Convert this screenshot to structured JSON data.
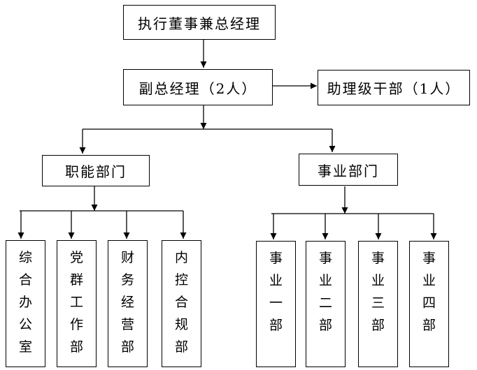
{
  "nodes": {
    "ceo": "执行董事兼总经理",
    "deputy": "副总经理（2人）",
    "assistant": "助理级干部（1人）",
    "functional": "职能部门",
    "business": "事业部门",
    "office": "综合办公室",
    "party": "党群工作部",
    "finance": "财务经营部",
    "control": "内控合规部",
    "bu1": "事业一部",
    "bu2": "事业二部",
    "bu3": "事业三部",
    "bu4": "事业四部"
  },
  "colors": {
    "line": "#000000",
    "background": "#ffffff"
  }
}
